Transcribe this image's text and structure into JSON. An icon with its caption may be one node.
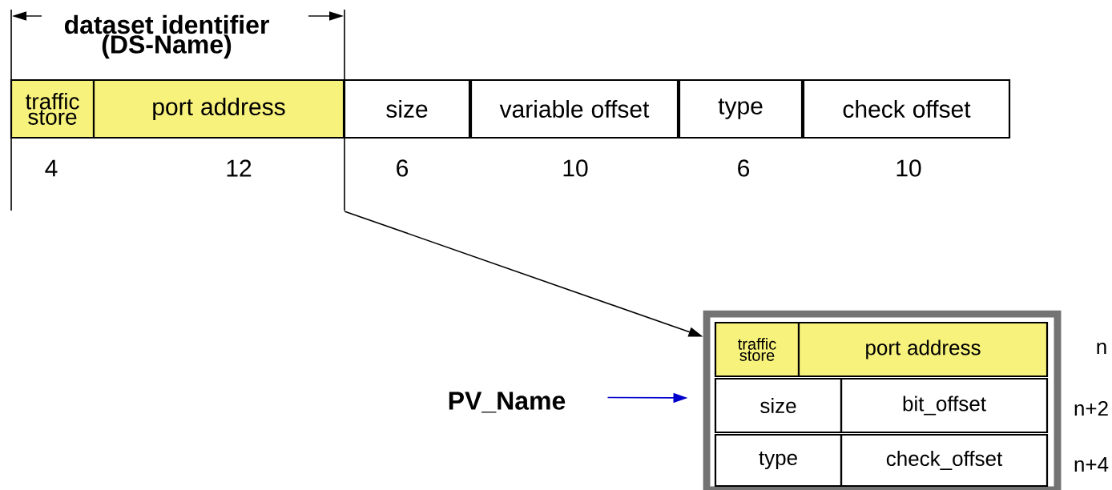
{
  "diagram": {
    "nodes": [
      {
        "text": [
          "traffic store"
        ]
      },
      {
        "text": [
          "port address"
        ]
      },
      {
        "text": [
          "size"
        ]
      },
      {
        "text": [
          "variable offset"
        ]
      },
      {
        "text": [
          "type"
        ]
      },
      {
        "text": [
          "check offset"
        ]
      },
      {
        "text": [],
        "shape": "box"
      },
      {
        "text": [
          "traffic store"
        ],
        "in": 6
      },
      {
        "text": [
          "port address"
        ],
        "in": 6
      },
      {
        "text": [
          "size"
        ],
        "in": 6
      },
      {
        "text": [
          "bit_offset"
        ],
        "in": 6
      },
      {
        "text": [
          "type"
        ],
        "in": 6
      },
      {
        "text": [
          "check_offset"
        ],
        "in": 6
      },
      {
        "text": [
          "PV_Name"
        ]
      }
    ],
    "edges": [
      {
        "from": null,
        "to": 6,
        "arrow": "to"
      },
      {
        "from": 13,
        "to": 6,
        "arrow": "to",
        "color": "#0000cc"
      }
    ],
    "labels": [
      "dataset identifier (DS-Name)",
      "4",
      "12",
      "6",
      "10",
      "6",
      "10",
      "n",
      "n+2",
      "n+4"
    ]
  }
}
